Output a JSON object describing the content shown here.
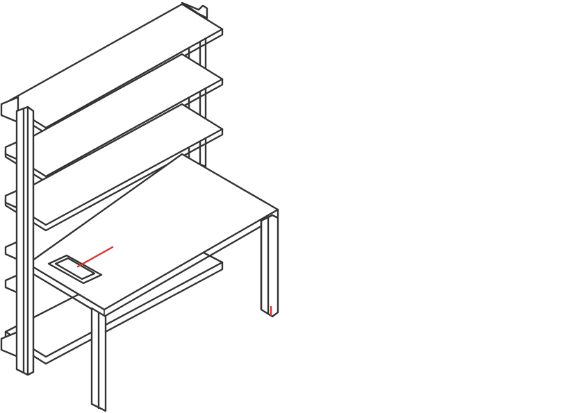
{
  "diagram": {
    "type": "isometric line drawing",
    "subject": "desk-with-integrated-shelving",
    "colors": {
      "line": "#333333",
      "fill": "#ffffff",
      "accent": "#e0302a",
      "background": "#ffffff"
    },
    "parts": {
      "shelves_upper": 3,
      "shelves_lower": 1,
      "legs": 2,
      "uprights": 2,
      "cable_grommet": 1
    }
  }
}
